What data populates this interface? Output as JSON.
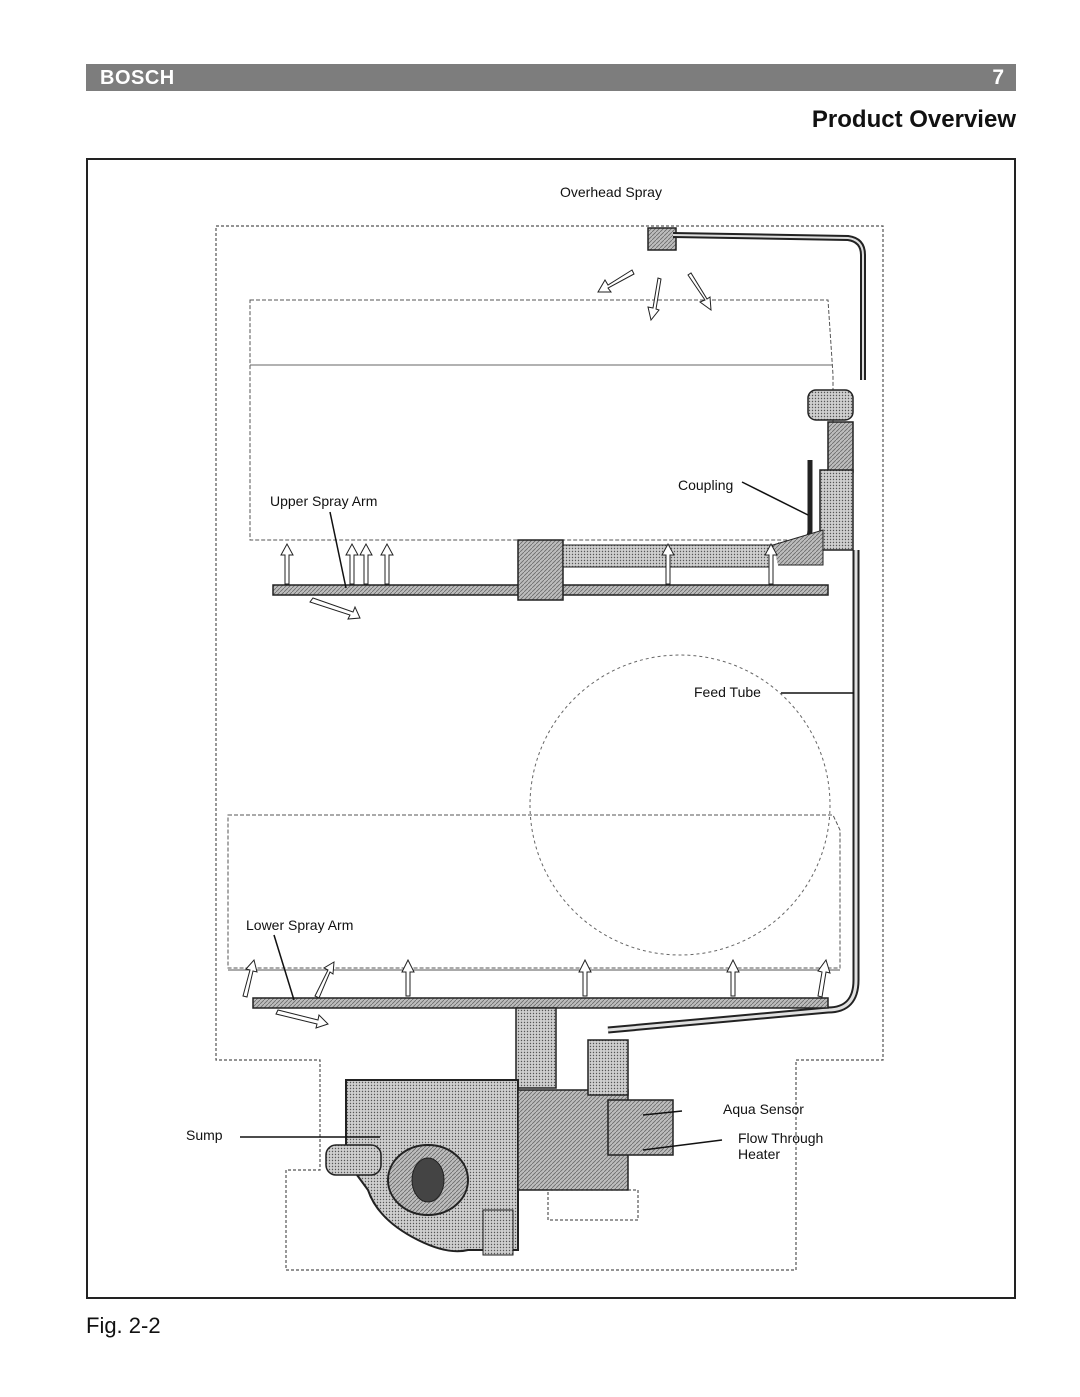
{
  "header": {
    "brand": "BOSCH",
    "page_number": "7"
  },
  "section_title": "Product Overview",
  "figure": {
    "labels": {
      "overhead_spray": "Overhead Spray",
      "coupling": "Coupling",
      "upper_spray_arm": "Upper Spray Arm",
      "feed_tube": "Feed Tube",
      "lower_spray_arm": "Lower Spray Arm",
      "aqua_sensor": "Aqua Sensor",
      "sump": "Sump",
      "flow_through_heater_line1": "Flow Through",
      "flow_through_heater_line2": "Heater"
    },
    "caption": "Fig. 2-2"
  }
}
